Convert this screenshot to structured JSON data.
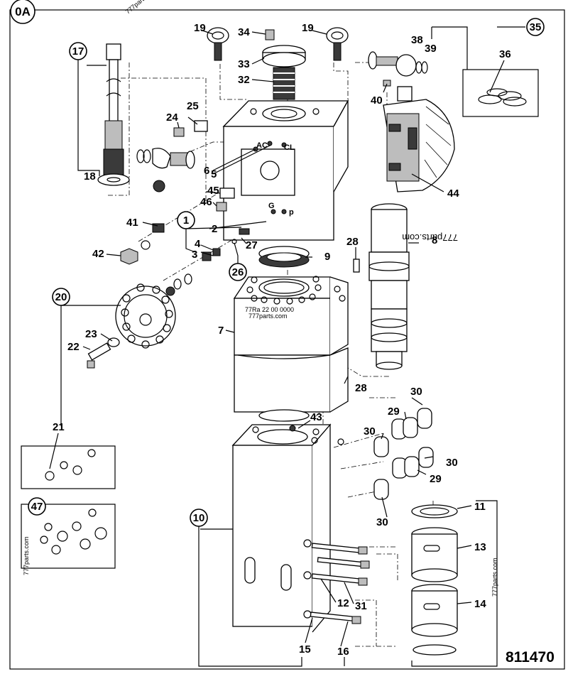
{
  "sheet": {
    "corner_label": "0A",
    "drawing_number": "811470",
    "watermarks": [
      "777parts.com",
      "777parts.com",
      "777parts.com",
      "777parts.com",
      "777parts.com"
    ],
    "cylinder_marking": "77Ra 22 00 0000",
    "port_markings": {
      "ac": "AC",
      "cl": "CL",
      "g": "G",
      "p": "p"
    }
  },
  "callouts": {
    "circled": [
      {
        "id": "c17",
        "text": "17"
      },
      {
        "id": "c35",
        "text": "35"
      },
      {
        "id": "c1",
        "text": "1"
      },
      {
        "id": "c26",
        "text": "26"
      },
      {
        "id": "c20",
        "text": "20"
      },
      {
        "id": "c10",
        "text": "10"
      },
      {
        "id": "c47",
        "text": "47"
      }
    ],
    "plain": [
      {
        "id": "p19a",
        "text": "19"
      },
      {
        "id": "p34",
        "text": "34"
      },
      {
        "id": "p19b",
        "text": "19"
      },
      {
        "id": "p38",
        "text": "38"
      },
      {
        "id": "p39",
        "text": "39"
      },
      {
        "id": "p36",
        "text": "36"
      },
      {
        "id": "p33",
        "text": "33"
      },
      {
        "id": "p32",
        "text": "32"
      },
      {
        "id": "p40",
        "text": "40"
      },
      {
        "id": "p25",
        "text": "25"
      },
      {
        "id": "p24",
        "text": "24"
      },
      {
        "id": "p6",
        "text": "6"
      },
      {
        "id": "p5",
        "text": "5"
      },
      {
        "id": "p18",
        "text": "18"
      },
      {
        "id": "p45",
        "text": "45"
      },
      {
        "id": "p46",
        "text": "46"
      },
      {
        "id": "p44",
        "text": "44"
      },
      {
        "id": "p41",
        "text": "41"
      },
      {
        "id": "p2",
        "text": "2"
      },
      {
        "id": "p8",
        "text": "8"
      },
      {
        "id": "p4",
        "text": "4"
      },
      {
        "id": "p28a",
        "text": "28"
      },
      {
        "id": "p27",
        "text": "27"
      },
      {
        "id": "p42",
        "text": "42"
      },
      {
        "id": "p3",
        "text": "3"
      },
      {
        "id": "p9",
        "text": "9"
      },
      {
        "id": "p7",
        "text": "7"
      },
      {
        "id": "p23",
        "text": "23"
      },
      {
        "id": "p22",
        "text": "22"
      },
      {
        "id": "p28b",
        "text": "28"
      },
      {
        "id": "p30a",
        "text": "30"
      },
      {
        "id": "p29a",
        "text": "29"
      },
      {
        "id": "p21",
        "text": "21"
      },
      {
        "id": "p43",
        "text": "43"
      },
      {
        "id": "p30b",
        "text": "30"
      },
      {
        "id": "p30c",
        "text": "30"
      },
      {
        "id": "p29b",
        "text": "29"
      },
      {
        "id": "p30d",
        "text": "30"
      },
      {
        "id": "p11",
        "text": "11"
      },
      {
        "id": "p13",
        "text": "13"
      },
      {
        "id": "p12",
        "text": "12"
      },
      {
        "id": "p31",
        "text": "31"
      },
      {
        "id": "p14",
        "text": "14"
      },
      {
        "id": "p15",
        "text": "15"
      },
      {
        "id": "p16",
        "text": "16"
      }
    ]
  }
}
